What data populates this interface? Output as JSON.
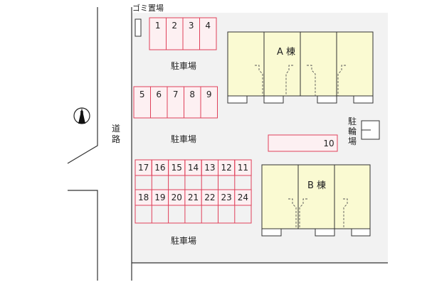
{
  "labels": {
    "garbage": "ゴミ置場",
    "road": [
      "道",
      "路"
    ],
    "parking_top": "駐車場",
    "parking_mid": "駐車場",
    "parking_bottom": "駐車場",
    "bike": [
      "駐",
      "輪",
      "場"
    ],
    "building_a": "A 棟",
    "building_b": "B 棟",
    "compass": "N"
  },
  "parking": {
    "row1": [
      "1",
      "2",
      "3",
      "4"
    ],
    "row2": [
      "5",
      "6",
      "7",
      "8",
      "9"
    ],
    "space10": "10",
    "row3": [
      "17",
      "16",
      "15",
      "14",
      "13",
      "12",
      "11"
    ],
    "row4": [
      "18",
      "19",
      "20",
      "21",
      "22",
      "23",
      "24"
    ]
  },
  "colors": {
    "building_fill": "#fafad2",
    "parking_stroke": "#e0405a",
    "parking_fill": "#fdf0f2",
    "lot_fill": "#f2f2f2",
    "line": "#333333"
  }
}
